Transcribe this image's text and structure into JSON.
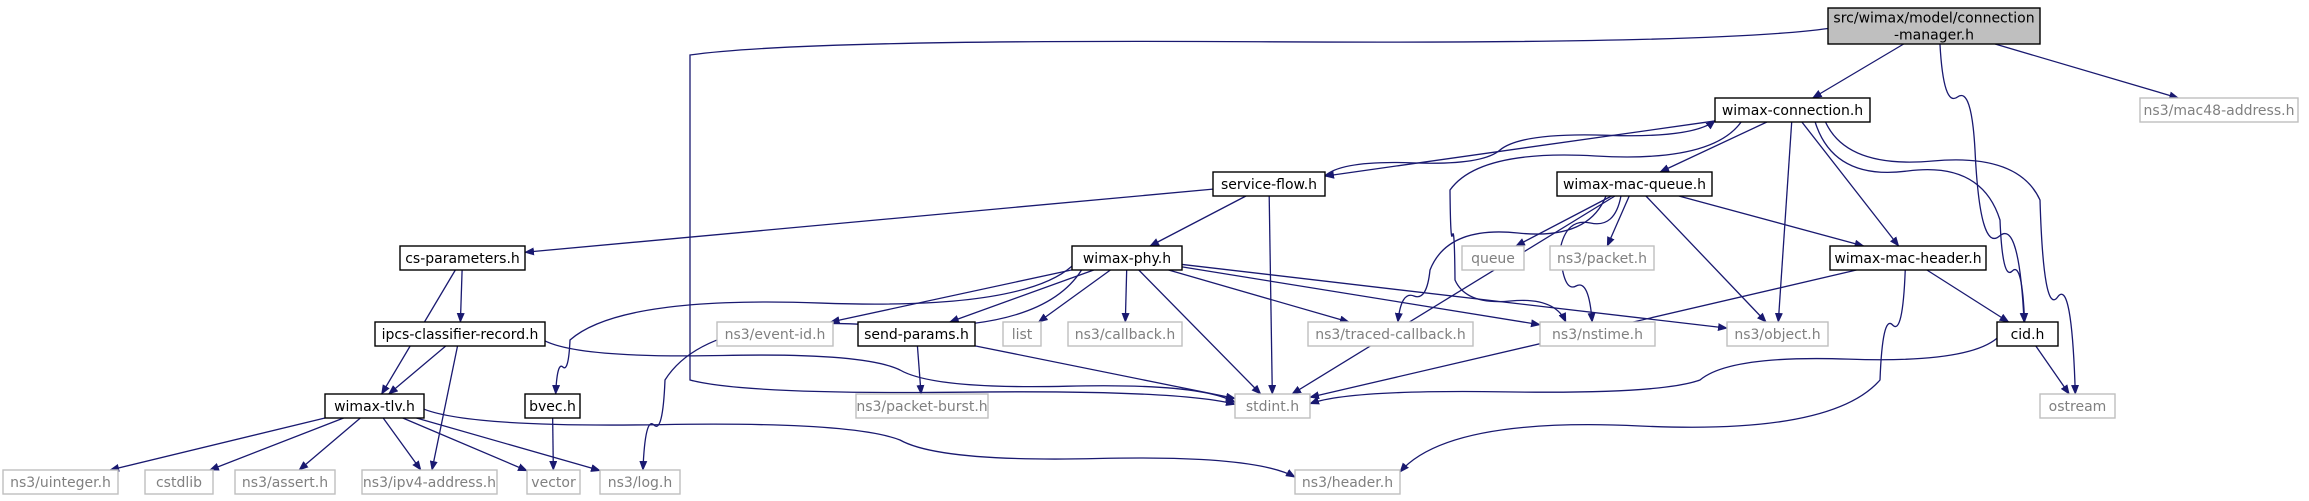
{
  "diagram": {
    "nodes": [
      {
        "id": "root",
        "lines": [
          "src/wimax/model/connection",
          "-manager.h"
        ],
        "kind": "root"
      },
      {
        "id": "wimax_connection",
        "lines": [
          "wimax-connection.h"
        ],
        "kind": "local"
      },
      {
        "id": "mac48",
        "lines": [
          "ns3/mac48-address.h"
        ],
        "kind": "external"
      },
      {
        "id": "service_flow",
        "lines": [
          "service-flow.h"
        ],
        "kind": "local"
      },
      {
        "id": "wimax_mac_queue",
        "lines": [
          "wimax-mac-queue.h"
        ],
        "kind": "local"
      },
      {
        "id": "cs_parameters",
        "lines": [
          "cs-parameters.h"
        ],
        "kind": "local"
      },
      {
        "id": "wimax_phy",
        "lines": [
          "wimax-phy.h"
        ],
        "kind": "local"
      },
      {
        "id": "queue",
        "lines": [
          "queue"
        ],
        "kind": "external"
      },
      {
        "id": "packet",
        "lines": [
          "ns3/packet.h"
        ],
        "kind": "external"
      },
      {
        "id": "wimax_mac_header",
        "lines": [
          "wimax-mac-header.h"
        ],
        "kind": "local"
      },
      {
        "id": "ipcs",
        "lines": [
          "ipcs-classifier-record.h"
        ],
        "kind": "local"
      },
      {
        "id": "event_id",
        "lines": [
          "ns3/event-id.h"
        ],
        "kind": "external"
      },
      {
        "id": "send_params",
        "lines": [
          "send-params.h"
        ],
        "kind": "local"
      },
      {
        "id": "list",
        "lines": [
          "list"
        ],
        "kind": "external"
      },
      {
        "id": "callback",
        "lines": [
          "ns3/callback.h"
        ],
        "kind": "external"
      },
      {
        "id": "traced_callback",
        "lines": [
          "ns3/traced-callback.h"
        ],
        "kind": "external"
      },
      {
        "id": "nstime",
        "lines": [
          "ns3/nstime.h"
        ],
        "kind": "external"
      },
      {
        "id": "object",
        "lines": [
          "ns3/object.h"
        ],
        "kind": "external"
      },
      {
        "id": "cid",
        "lines": [
          "cid.h"
        ],
        "kind": "local"
      },
      {
        "id": "wimax_tlv",
        "lines": [
          "wimax-tlv.h"
        ],
        "kind": "local"
      },
      {
        "id": "bvec",
        "lines": [
          "bvec.h"
        ],
        "kind": "local"
      },
      {
        "id": "packet_burst",
        "lines": [
          "ns3/packet-burst.h"
        ],
        "kind": "external"
      },
      {
        "id": "stdint",
        "lines": [
          "stdint.h"
        ],
        "kind": "external"
      },
      {
        "id": "ostream",
        "lines": [
          "ostream"
        ],
        "kind": "external"
      },
      {
        "id": "uinteger",
        "lines": [
          "ns3/uinteger.h"
        ],
        "kind": "external"
      },
      {
        "id": "cstdlib",
        "lines": [
          "cstdlib"
        ],
        "kind": "external"
      },
      {
        "id": "assert",
        "lines": [
          "ns3/assert.h"
        ],
        "kind": "external"
      },
      {
        "id": "ipv4",
        "lines": [
          "ns3/ipv4-address.h"
        ],
        "kind": "external"
      },
      {
        "id": "vector",
        "lines": [
          "vector"
        ],
        "kind": "external"
      },
      {
        "id": "log",
        "lines": [
          "ns3/log.h"
        ],
        "kind": "external"
      },
      {
        "id": "header",
        "lines": [
          "ns3/header.h"
        ],
        "kind": "external"
      }
    ],
    "edges": [
      [
        "root",
        "wimax_connection"
      ],
      [
        "root",
        "mac48"
      ],
      [
        "root",
        "cid"
      ],
      [
        "root",
        "stdint"
      ],
      [
        "wimax_connection",
        "service_flow"
      ],
      [
        "service_flow",
        "wimax_connection"
      ],
      [
        "wimax_connection",
        "wimax_mac_queue"
      ],
      [
        "wimax_connection",
        "wimax_mac_header"
      ],
      [
        "wimax_connection",
        "cid"
      ],
      [
        "wimax_connection",
        "object"
      ],
      [
        "wimax_connection",
        "ostream"
      ],
      [
        "wimax_connection",
        "nstime"
      ],
      [
        "service_flow",
        "cs_parameters"
      ],
      [
        "service_flow",
        "wimax_phy"
      ],
      [
        "service_flow",
        "stdint"
      ],
      [
        "wimax_mac_queue",
        "queue"
      ],
      [
        "wimax_mac_queue",
        "packet"
      ],
      [
        "wimax_mac_queue",
        "wimax_mac_header"
      ],
      [
        "wimax_mac_queue",
        "object"
      ],
      [
        "wimax_mac_queue",
        "traced_callback"
      ],
      [
        "wimax_mac_queue",
        "nstime"
      ],
      [
        "wimax_mac_queue",
        "stdint"
      ],
      [
        "cs_parameters",
        "ipcs"
      ],
      [
        "cs_parameters",
        "wimax_tlv"
      ],
      [
        "wimax_phy",
        "bvec"
      ],
      [
        "wimax_phy",
        "log"
      ],
      [
        "wimax_phy",
        "event_id"
      ],
      [
        "wimax_phy",
        "send_params"
      ],
      [
        "wimax_phy",
        "list"
      ],
      [
        "wimax_phy",
        "callback"
      ],
      [
        "wimax_phy",
        "traced_callback"
      ],
      [
        "wimax_phy",
        "nstime"
      ],
      [
        "wimax_phy",
        "object"
      ],
      [
        "wimax_phy",
        "stdint"
      ],
      [
        "wimax_mac_header",
        "cid"
      ],
      [
        "wimax_mac_header",
        "header"
      ],
      [
        "wimax_mac_header",
        "stdint"
      ],
      [
        "ipcs",
        "wimax_tlv"
      ],
      [
        "ipcs",
        "ipv4"
      ],
      [
        "ipcs",
        "stdint"
      ],
      [
        "send_params",
        "packet_burst"
      ],
      [
        "send_params",
        "stdint"
      ],
      [
        "cid",
        "stdint"
      ],
      [
        "cid",
        "ostream"
      ],
      [
        "wimax_tlv",
        "uinteger"
      ],
      [
        "wimax_tlv",
        "cstdlib"
      ],
      [
        "wimax_tlv",
        "assert"
      ],
      [
        "wimax_tlv",
        "ipv4"
      ],
      [
        "wimax_tlv",
        "vector"
      ],
      [
        "wimax_tlv",
        "log"
      ],
      [
        "wimax_tlv",
        "header"
      ],
      [
        "bvec",
        "vector"
      ]
    ]
  },
  "colors": {
    "edge": "#191970",
    "root_fill": "#bfbfbf",
    "local_border": "#000000",
    "external_border": "#bfbfbf",
    "external_text": "#808080",
    "text": "#000000"
  }
}
